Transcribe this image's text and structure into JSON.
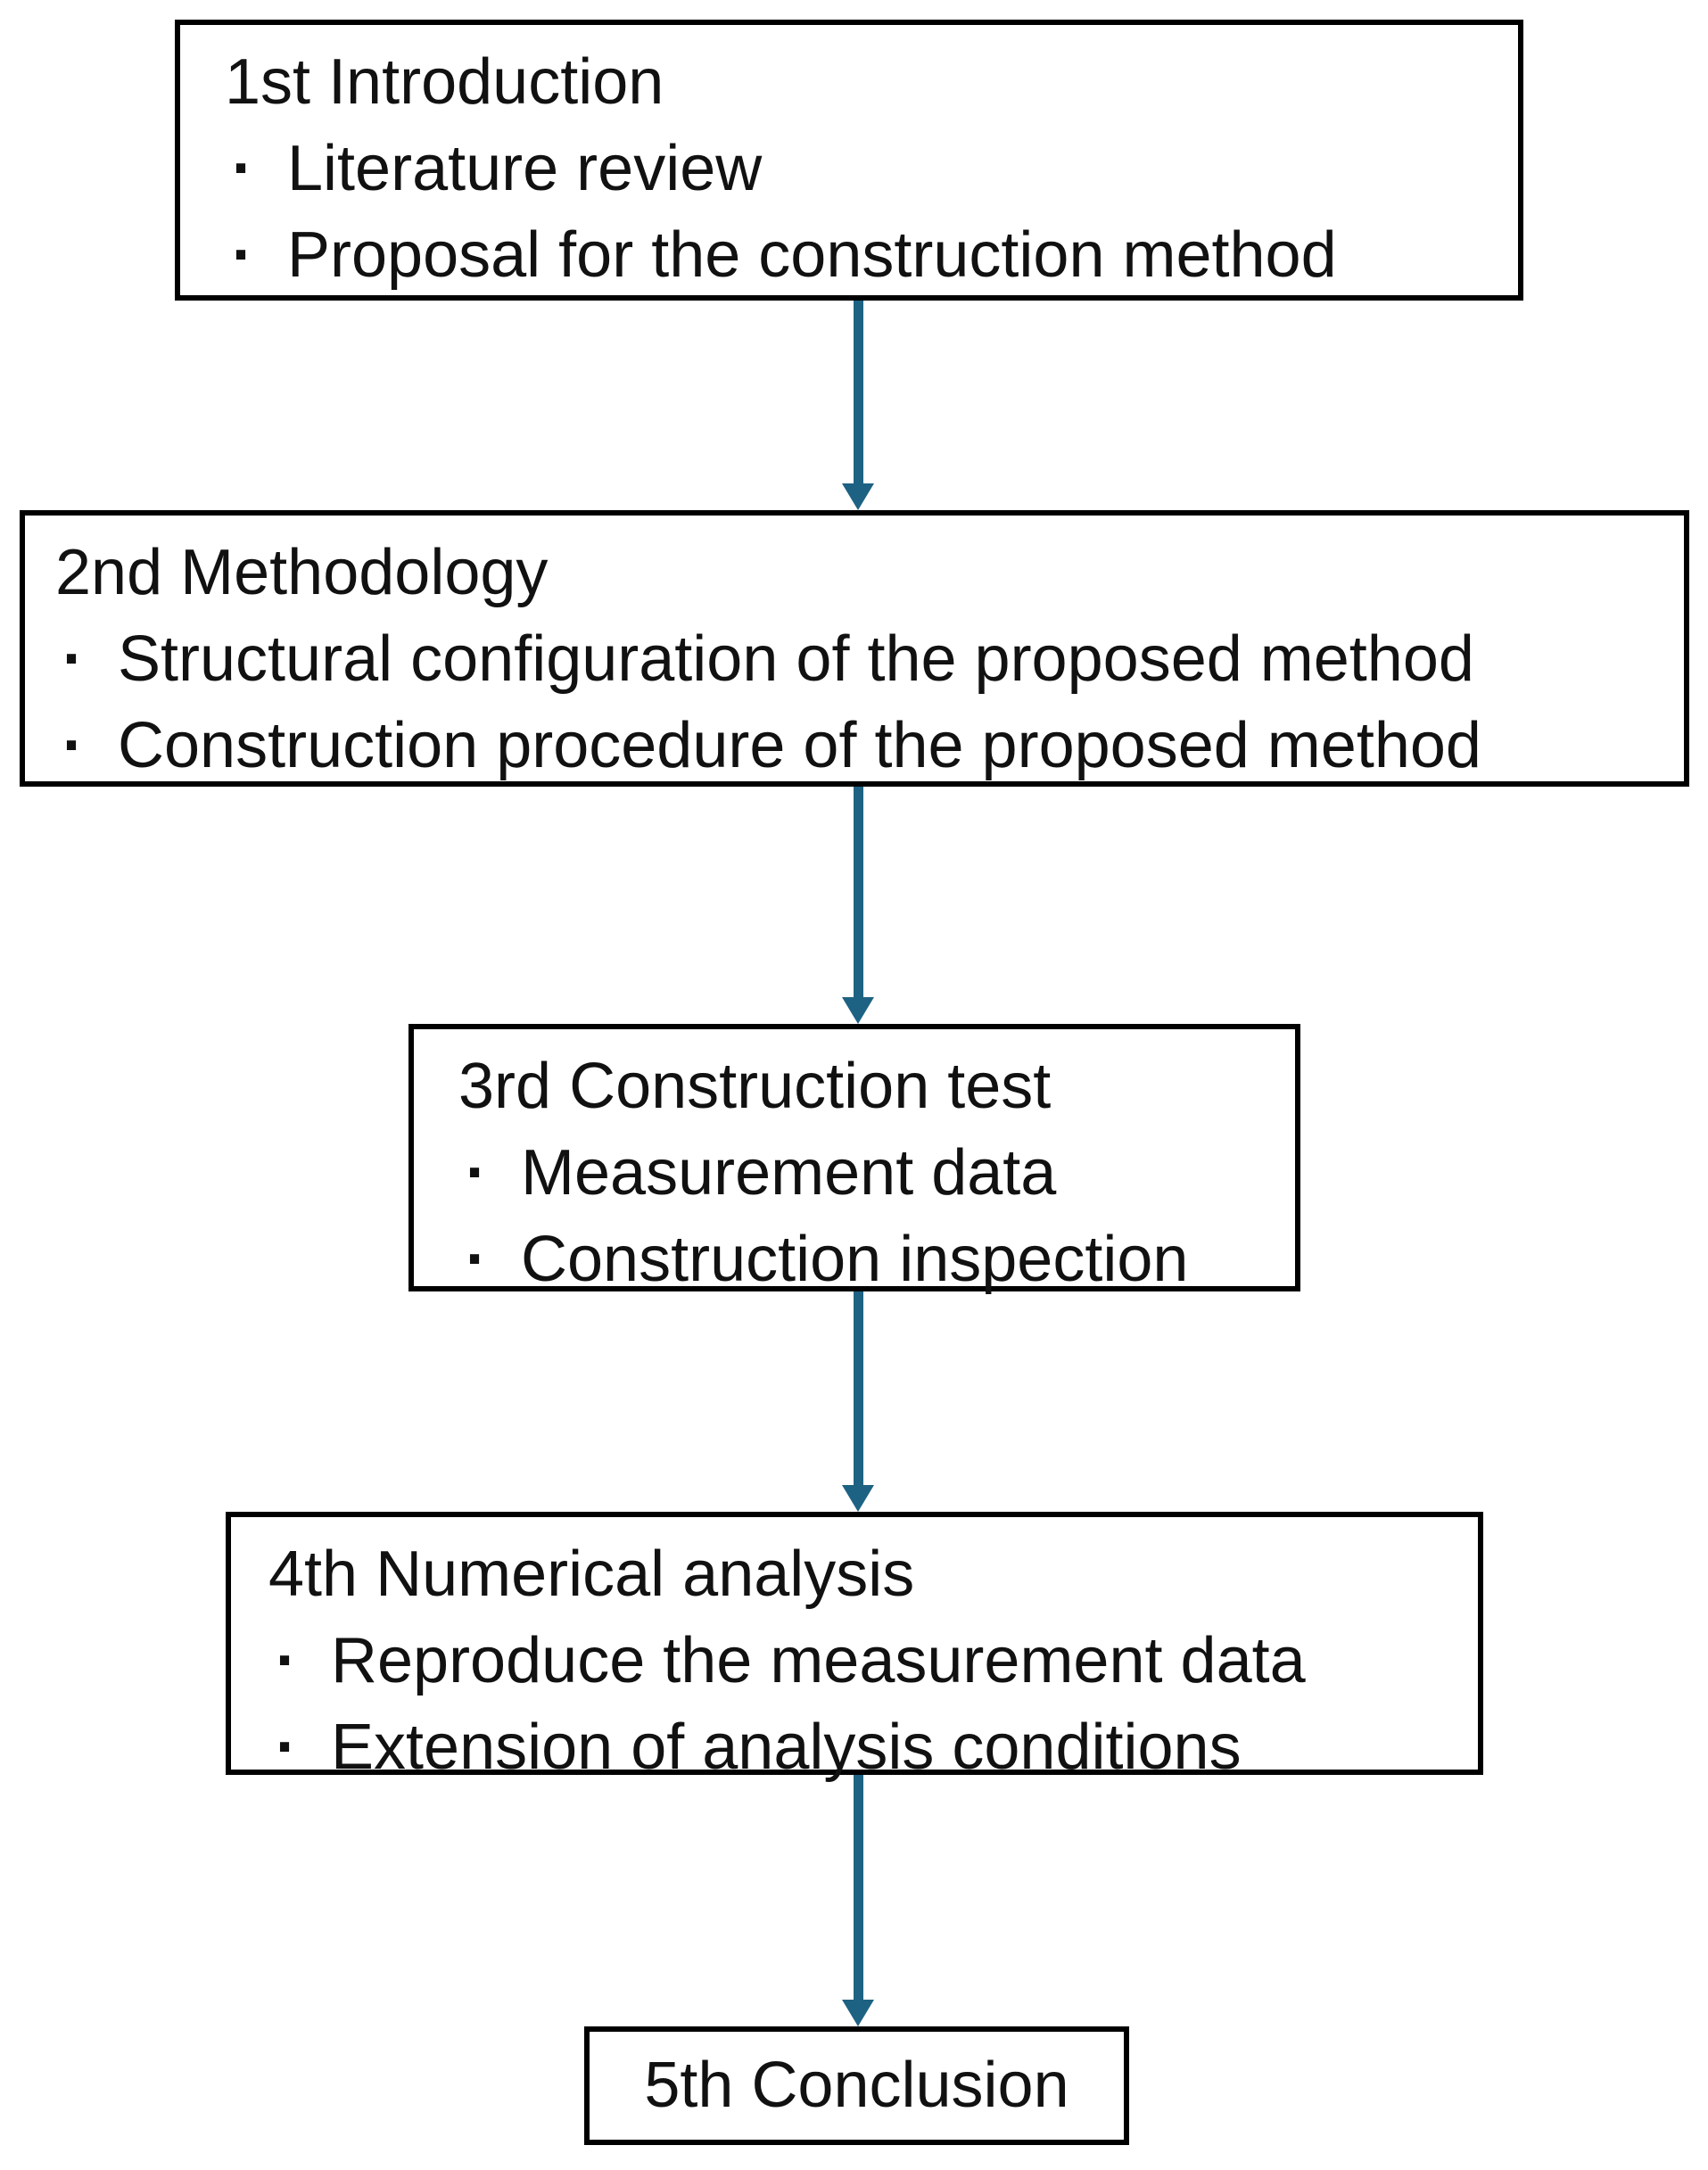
{
  "diagram": {
    "bullet_char": "·",
    "arrow_color": "#1E6283",
    "border_color": "#000000",
    "boxes": [
      {
        "step": "1st",
        "title": "1st Introduction",
        "bullets": [
          "Literature review",
          "Proposal for the construction method"
        ]
      },
      {
        "step": "2nd",
        "title": "2nd Methodology",
        "bullets": [
          "Structural configuration of the proposed method",
          "Construction procedure of the proposed method"
        ]
      },
      {
        "step": "3rd",
        "title": "3rd Construction test",
        "bullets": [
          "Measurement data",
          "Construction inspection"
        ]
      },
      {
        "step": "4th",
        "title": "4th Numerical analysis",
        "bullets": [
          "Reproduce the measurement data",
          "Extension of analysis conditions"
        ]
      },
      {
        "step": "5th",
        "title": "5th Conclusion",
        "bullets": []
      }
    ]
  }
}
